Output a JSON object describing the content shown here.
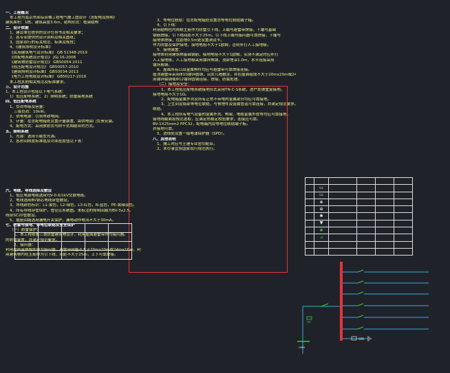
{
  "left_notes": [
    {
      "text": "一、工程概况",
      "style": "white bold"
    },
    {
      "text": "本工程为南京市某综合楼工程电气施工图设计（含配电及照明）",
      "style": "yellow indent1"
    },
    {
      "text": "建筑面积：1栋，建筑高度3.6m，结构形式：框架结构",
      "style": "yellow"
    },
    {
      "text": "二、设计依据",
      "style": "white bold"
    },
    {
      "text": "1、建设单位提供的设计任务书及相关要求；",
      "style": "yellow indent1"
    },
    {
      "text": "2、各专业提供的设计资料及相关图纸；",
      "style": "yellow indent1"
    },
    {
      "text": "3、国家现行的有关规范、标准及规程；",
      "style": "yellow indent1"
    },
    {
      "text": "4、《建筑照明设计标准》",
      "style": "yellow indent1"
    },
    {
      "text": "《民用建筑电气设计标准》 GB 51348-2019",
      "style": "yellow indent1"
    },
    {
      "text": "《供配电系统设计规范》 JGJ 16-2008",
      "style": "yellow indent1"
    },
    {
      "text": "《建筑物防雷设计规范》 GB50054-2011",
      "style": "yellow indent1"
    },
    {
      "text": "《低压配电设计规范》 GB50057-2010",
      "style": "yellow indent1"
    },
    {
      "text": "《建筑照明设计标准》 GB50034-2013",
      "style": "yellow indent1"
    },
    {
      "text": "《电力工程电缆设计标准》 GB50217-2018",
      "style": "yellow indent1"
    },
    {
      "text": "本工程其他相关规范及标准要求。",
      "style": "yellow indent1"
    },
    {
      "text": "三、设计范围",
      "style": "white bold"
    },
    {
      "text": "1、本工程设计包括以下电气系统：",
      "style": "yellow"
    },
    {
      "text": "1）低压配电系统； 2）照明系统；防雷接地系统",
      "style": "yellow indent1"
    },
    {
      "text": "四、低压配电系统",
      "style": "white bold"
    },
    {
      "text": "1、负荷等级及容量：",
      "style": "yellow indent1"
    },
    {
      "text": "三级负荷：10kW。",
      "style": "yellow indent2"
    },
    {
      "text": "2、供电电源：引自市政电网。",
      "style": "yellow indent1"
    },
    {
      "text": "3、计量：在总配电箱处设置计量装置，由供电部门负责安装。",
      "style": "yellow indent1"
    },
    {
      "text": "4、配电方式：采用放射式与树干式相结合的方式。",
      "style": "yellow indent1"
    },
    {
      "text": "五、照明系统",
      "style": "white bold"
    },
    {
      "text": "1、光源：选用节能型光源。",
      "style": "yellow indent1"
    },
    {
      "text": "2、各房间照度标准值及功率密度值见下表：",
      "style": "yellow indent1"
    },
    {
      "text": "",
      "style": "yellow"
    },
    {
      "text": "",
      "style": "yellow"
    },
    {
      "text": "",
      "style": "yellow"
    },
    {
      "text": "",
      "style": "yellow"
    },
    {
      "text": "",
      "style": "yellow"
    },
    {
      "text": "",
      "style": "yellow"
    },
    {
      "text": "",
      "style": "yellow"
    },
    {
      "text": "",
      "style": "yellow"
    },
    {
      "text": "",
      "style": "yellow"
    },
    {
      "text": "六、电缆、导线选择及敷设",
      "style": "white bold"
    },
    {
      "text": "1、低压电源电缆选用YJV-0.6/1kV交联电缆。",
      "style": "yellow indent1"
    },
    {
      "text": "2、电线选用BV铜芯电线穿管敷设。",
      "style": "yellow indent1"
    },
    {
      "text": "3、导线颜色标识：L1-黄色，L2-绿色，L3-红色，N-蓝色，PE-黄绿双色。",
      "style": "yellow indent1"
    },
    {
      "text": "4、所有导线穿管保护，管径见系统图。未标注的照明回路为BV-3x2.5。",
      "style": "yellow indent1"
    },
    {
      "text": "线穿SC20管敷设。",
      "style": "yellow"
    },
    {
      "text": "5、插座回路选用漏电开关保护，漏电动作电流不大于30mA。",
      "style": "yellow indent1"
    },
    {
      "text": "七、防雷与接地、等电位联结及安全保护",
      "style": "white bold"
    },
    {
      "text": "（一）防雷保护：",
      "style": "yellow indent1"
    },
    {
      "text": "1、本工程按第三类防雷建筑物设计，利用屋面避雷带作为接闪器。",
      "style": "yellow indent2"
    },
    {
      "text": "的防雷装置，并满足规范要求。",
      "style": "yellow"
    },
    {
      "text": "2、接闪器：",
      "style": "yellow indent2"
    },
    {
      "text": "利用屋面金属构件作为接闪器，避雷带网格不大于20mx20m或24mx16m，利",
      "style": "yellow"
    },
    {
      "text": "用建筑物内柱主筋作为引下线，间距不大于25m，上下可靠焊接。",
      "style": "yellow"
    }
  ],
  "right_notes": [
    {
      "text": "3、等电位联结：在总配电箱处设置总等电位联结端子箱。",
      "style": "yellow indent1"
    },
    {
      "text": "4、引下线：",
      "style": "yellow indent1"
    },
    {
      "text": "利用结构柱内两根主筋作为防雷引下线，上端与避雷带焊接，下端与基础",
      "style": "yellow"
    },
    {
      "text": "钢筋焊接，引下线间距不大于25m。引下线上端与接闪器可靠焊接，下端与",
      "style": "yellow"
    },
    {
      "text": "接地体焊接，在距地0.5m处设置测试卡。",
      "style": "yellow"
    },
    {
      "text": "作为防雷及保护接地，接地电阻不大于1欧姆，否则补打人工接地极。",
      "style": "yellow"
    },
    {
      "text": "5、接地装置：",
      "style": "yellow indent1"
    },
    {
      "text": "接地体利用建筑物基础钢筋，接地电阻不大于1欧姆，实测不满足时应补打",
      "style": "yellow"
    },
    {
      "text": "人工接地极，人工接地极采用镀锌角钢，顶部埋深1.0m，水平连接采用",
      "style": "yellow"
    },
    {
      "text": "镀锌扁钢。",
      "style": "yellow"
    },
    {
      "text": "6、屋面所有凸出金属构件均应与避雷带可靠焊接连接。",
      "style": "yellow indent1"
    },
    {
      "text": "屋顶避雷带采用Φ10镀锌圆钢，沿女儿墙敷设，并在屋面组成不大于20mx20m或24mx16m网格，采",
      "style": "yellow"
    },
    {
      "text": "用镀锌扁钢或Φ12镀锌圆钢连接，焊接，防腐处理。",
      "style": "yellow"
    },
    {
      "text": "（二）接地及安全：",
      "style": "yellow indent1"
    },
    {
      "text": "1、本工程低压配电系统接地形式采用TN-C-S系统，进户处做重复接地。",
      "style": "yellow indent2"
    },
    {
      "text": "接地电阻不大于1Ω。",
      "style": "yellow"
    },
    {
      "text": "2、配电箱金属外壳及所有正常不带电的金属部分均应可靠接地。",
      "style": "yellow indent2"
    },
    {
      "text": "3、卫生间设局部等电位联结，与预埋件及金属管道可靠连接，并满足规范要求。",
      "style": "yellow indent2"
    },
    {
      "text": "联结。",
      "style": "yellow"
    },
    {
      "text": "4、本工程所有电气设备的金属外壳、构架、电缆金属外皮等均应可靠接地。",
      "style": "yellow indent2"
    },
    {
      "text": "接地线截面按规范选取，应满足热稳定校验要求，连接应可靠。",
      "style": "yellow"
    },
    {
      "text": "BV-1X25mm2 PPC32，配电箱内设等电位联结端子板。",
      "style": "yellow"
    },
    {
      "text": "并接地可靠。",
      "style": "yellow"
    },
    {
      "text": "5、进线处设置一级电涌保护器（SPD）。",
      "style": "yellow indent1"
    },
    {
      "text": "八、其他说明",
      "style": "white bold"
    },
    {
      "text": "1、施工时应与土建专业密切配合。",
      "style": "yellow indent1"
    },
    {
      "text": "2、未尽事宜按国家现行规范执行。",
      "style": "yellow indent1"
    }
  ],
  "lighting_table": {
    "rows": 4,
    "cols": 5
  },
  "legend_table": {
    "symbols": [
      "",
      "▭",
      "▭",
      "⊗",
      "⊕",
      "✱",
      "▼",
      "✱",
      "⊿",
      "",
      ""
    ],
    "symbol_colors": [
      "#ffffff",
      "#ffffff",
      "#ffffff",
      "#ffffff",
      "#ffffff",
      "#ffffff",
      "#ffffff",
      "#3ec93e",
      "#3ec93e",
      "#ffffff",
      "#ffffff"
    ]
  },
  "colors": {
    "background": "#1f2329",
    "selection_box": "#e8323c",
    "busbar": "#e8323c",
    "circuit_lines": "#3ea8d8",
    "switch_green": "#3ec93e",
    "text_yellow": "#f4f08a",
    "text_white": "#ffffff"
  },
  "diagram": {
    "label_left": "WE",
    "label_bottom": "OWN",
    "label_spd": "SPD"
  }
}
